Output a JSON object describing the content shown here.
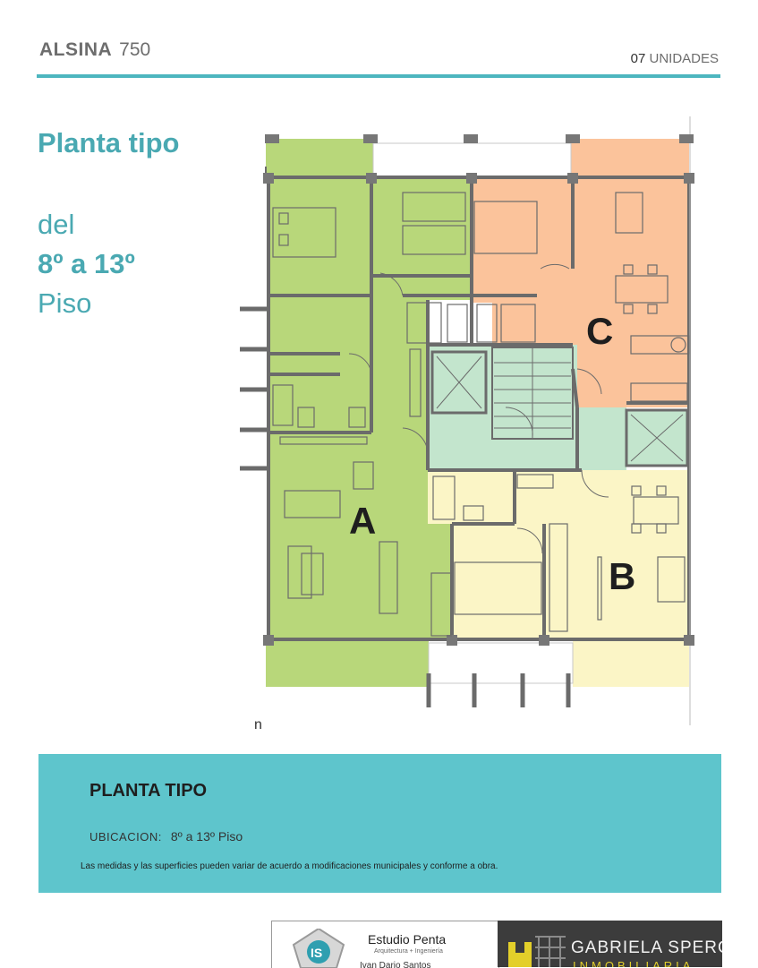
{
  "header": {
    "title_bold": "ALSINA",
    "title_number": "750",
    "units_count": "07",
    "units_label": "UNIDADES"
  },
  "side": {
    "title": "Planta tipo",
    "line1": "del",
    "line2": "8º a 13º",
    "line3": "Piso"
  },
  "plan": {
    "unit_a": "A",
    "unit_b": "B",
    "unit_c": "C",
    "caption": "n",
    "colors": {
      "unit_a": "#b8d77a",
      "unit_b": "#fbf5c6",
      "unit_c": "#fbc39b",
      "common": "#c3e5cd",
      "walls": "#6b6b6b"
    }
  },
  "info": {
    "title": "PLANTA TIPO",
    "location_label": "UBICACION:",
    "location_value": "8º a 13º Piso",
    "note": "Las medidas y las superficies pueden variar de acuerdo a modificaciones municipales y conforme a obra."
  },
  "footer": {
    "penta_logo": "IS",
    "penta_name": "Estudio Penta",
    "penta_sub": "Arquitectura + Ingeniería",
    "penta_extra": "Ivan Dario Santos",
    "speroni_name": "GABRIELA SPERONI",
    "speroni_sub": "INMOBILIARIA"
  }
}
